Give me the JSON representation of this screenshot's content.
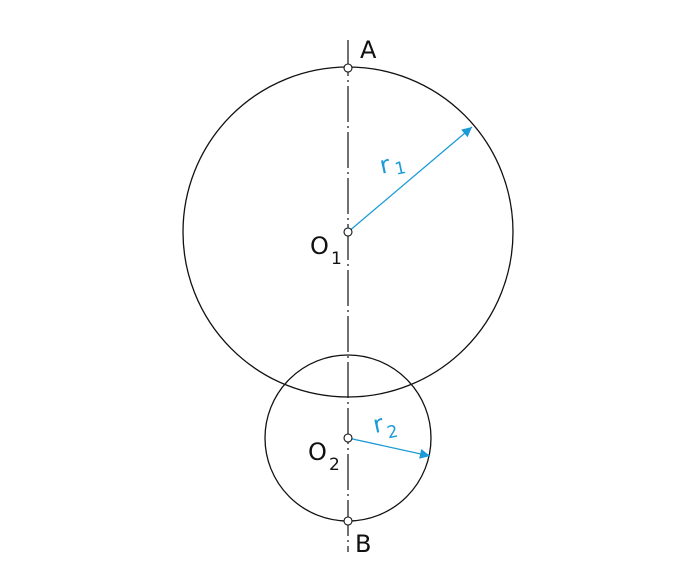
{
  "colors": {
    "line": "#111111",
    "accent": "#1a9ad6"
  },
  "labels": {
    "point_a": "A",
    "point_b": "B",
    "center1": "O",
    "center1_sub": "1",
    "center2": "O",
    "center2_sub": "2",
    "radius1": "r",
    "radius1_sub": "1",
    "radius2": "r",
    "radius2_sub": "2"
  }
}
